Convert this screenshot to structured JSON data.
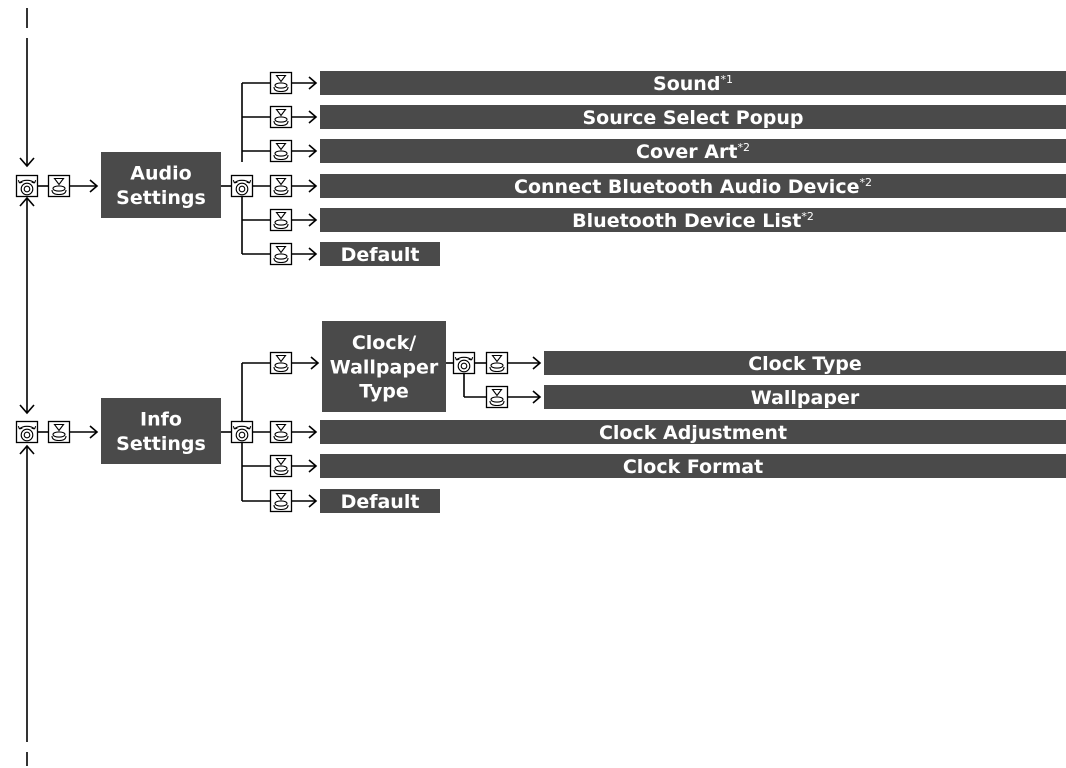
{
  "menu_groups": [
    {
      "title": [
        "Audio",
        "Settings"
      ],
      "items": [
        {
          "label": "Sound",
          "note": "*1"
        },
        {
          "label": "Source Select Popup",
          "note": ""
        },
        {
          "label": "Cover Art",
          "note": "*2"
        },
        {
          "label": "Connect Bluetooth Audio Device",
          "note": "*2"
        },
        {
          "label": "Bluetooth Device List",
          "note": "*2"
        },
        {
          "label": "Default",
          "note": ""
        }
      ]
    },
    {
      "title": [
        "Info",
        "Settings"
      ],
      "submenu": {
        "title": [
          "Clock/",
          "Wallpaper",
          "Type"
        ],
        "items": [
          {
            "label": "Clock Type",
            "note": ""
          },
          {
            "label": "Wallpaper",
            "note": ""
          }
        ]
      },
      "items": [
        {
          "label": "Clock Adjustment",
          "note": ""
        },
        {
          "label": "Clock Format",
          "note": ""
        },
        {
          "label": "Default",
          "note": ""
        }
      ]
    }
  ],
  "controls": {
    "rotate_icon": "interface-dial-rotate-icon",
    "select_icon": "interface-dial-press-icon"
  },
  "colors": {
    "box_fill": "#4a4a4a",
    "box_text": "#ffffff",
    "lines": "#000000"
  }
}
